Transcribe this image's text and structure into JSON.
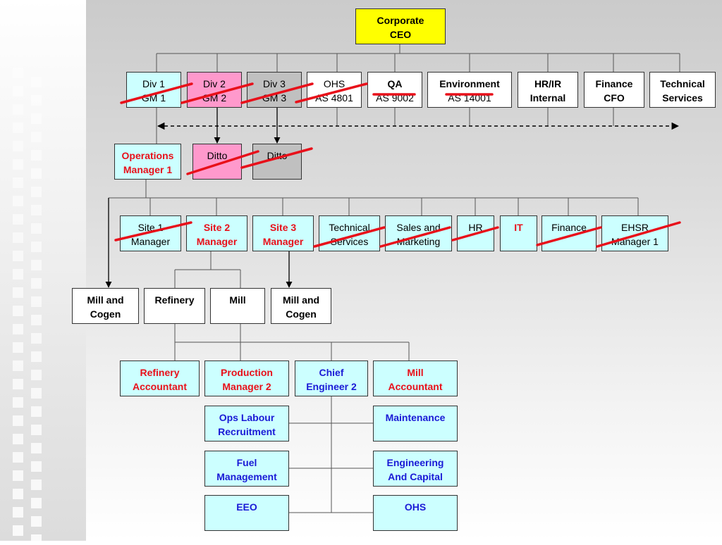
{
  "colors": {
    "white": "#ffffff",
    "cyan": "#ccffff",
    "pink": "#ff99cc",
    "grey": "#c0c0c0",
    "yellow": "#ffff00",
    "red_text": "#e8101a",
    "blue_text": "#1a1ad6",
    "strike": "#e8101a"
  },
  "nodes": {
    "ceo": {
      "line1": "Corporate",
      "line2": "CEO"
    },
    "div1": {
      "line1": "Div 1",
      "line2": "GM 1"
    },
    "div2": {
      "line1": "Div 2",
      "line2": "GM 2"
    },
    "div3": {
      "line1": "Div 3",
      "line2": "GM 3"
    },
    "ohs_top": {
      "line1": "OHS",
      "line2": "AS 4801"
    },
    "qa": {
      "line1": "QA",
      "line2": "AS 9002"
    },
    "environment": {
      "line1": "Environment",
      "line2": "AS 14001"
    },
    "hrir": {
      "line1": "HR/IR",
      "line2": "Internal"
    },
    "finance_cfo": {
      "line1": "Finance",
      "line2": "CFO"
    },
    "tech_services_top": {
      "line1": "Technical",
      "line2": "Services"
    },
    "ops_manager": {
      "line1": "Operations",
      "line2": "Manager 1"
    },
    "ditto1": {
      "line1": "Ditto"
    },
    "ditto2": {
      "line1": "Ditto"
    },
    "site1": {
      "line1": "Site 1",
      "line2": "Manager"
    },
    "site2": {
      "line1": "Site 2",
      "line2": "Manager"
    },
    "site3": {
      "line1": "Site 3",
      "line2": "Manager"
    },
    "tech_services_mid": {
      "line1": "Technical",
      "line2": "Services"
    },
    "sales": {
      "line1": "Sales and",
      "line2": "Marketing"
    },
    "hr": {
      "line1": "HR"
    },
    "it": {
      "line1": "IT"
    },
    "finance_mid": {
      "line1": "Finance"
    },
    "ehsr": {
      "line1": "EHSR",
      "line2": "Manager 1"
    },
    "mill_cogen_left": {
      "line1": "Mill and",
      "line2": "Cogen"
    },
    "refinery": {
      "line1": "Refinery"
    },
    "mill": {
      "line1": "Mill"
    },
    "mill_cogen_right": {
      "line1": "Mill and",
      "line2": "Cogen"
    },
    "refinery_accountant": {
      "line1": "Refinery",
      "line2": "Accountant"
    },
    "production_manager": {
      "line1": "Production",
      "line2": "Manager 2"
    },
    "chief_engineer": {
      "line1": "Chief",
      "line2": "Engineer 2"
    },
    "mill_accountant": {
      "line1": "Mill",
      "line2": "Accountant"
    },
    "ops_labour": {
      "line1": "Ops Labour",
      "line2": "Recruitment"
    },
    "maintenance": {
      "line1": "Maintenance"
    },
    "fuel": {
      "line1": "Fuel",
      "line2": "Management"
    },
    "engineering": {
      "line1": "Engineering",
      "line2": "And Capital"
    },
    "eeo": {
      "line1": "EEO"
    },
    "ohs_bottom": {
      "line1": "OHS"
    }
  }
}
